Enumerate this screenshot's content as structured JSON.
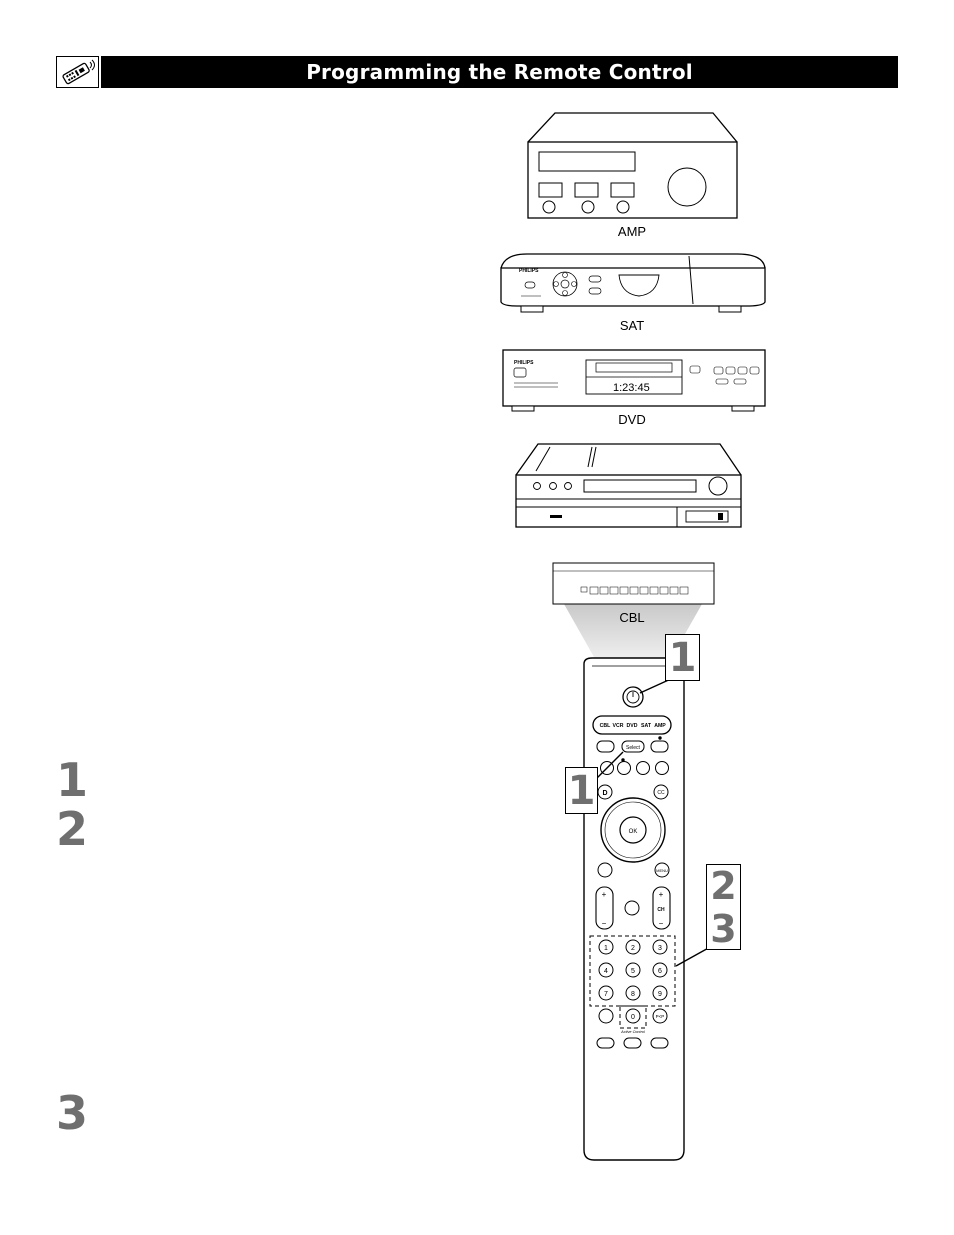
{
  "header": {
    "title": "Programming the Remote Control",
    "icon": "remote-control-icon"
  },
  "steps": {
    "left": [
      "1",
      "2",
      "3"
    ]
  },
  "devices": [
    {
      "id": "amp",
      "label": "AMP"
    },
    {
      "id": "sat",
      "label": "SAT",
      "brand": "PHILIPS"
    },
    {
      "id": "dvd",
      "label": "DVD",
      "brand": "PHILIPS",
      "display": "1:23:45"
    },
    {
      "id": "vcr",
      "label": ""
    },
    {
      "id": "cbl",
      "label": "CBL"
    }
  ],
  "remote": {
    "source_buttons": [
      "CBL",
      "VCR",
      "DVD",
      "SAT",
      "AMP"
    ],
    "select_label": "Select",
    "ok_label": "OK",
    "menu_label": "MENU",
    "ch_label": "CH",
    "cc_label": "CC",
    "digits": [
      "1",
      "2",
      "3",
      "4",
      "5",
      "6",
      "7",
      "8",
      "9",
      "0"
    ],
    "pip_label": "P<P",
    "active_control_label": "Active Control"
  },
  "callouts": {
    "top": "1",
    "left": "1",
    "right_a": "2",
    "right_b": "3"
  }
}
